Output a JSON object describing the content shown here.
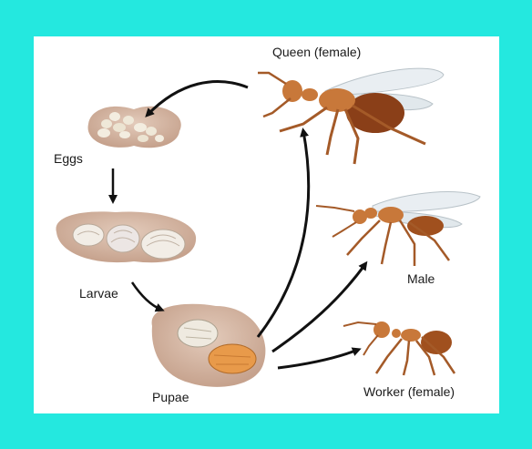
{
  "labels": {
    "queen": "Queen (female)",
    "eggs": "Eggs",
    "larvae": "Larvae",
    "male": "Male",
    "pupae": "Pupae",
    "worker": "Worker (female)"
  },
  "colors": {
    "background": "#24e8df",
    "panel": "#ffffff",
    "dish": "#cba996",
    "arrow": "#111111",
    "ant_body": "#c8783a",
    "ant_dark": "#8a3f18",
    "wing": "#e9eef2"
  },
  "icons": [
    "egg-cluster",
    "larvae-cluster",
    "pupae-cluster",
    "queen-ant",
    "male-ant",
    "worker-ant"
  ]
}
